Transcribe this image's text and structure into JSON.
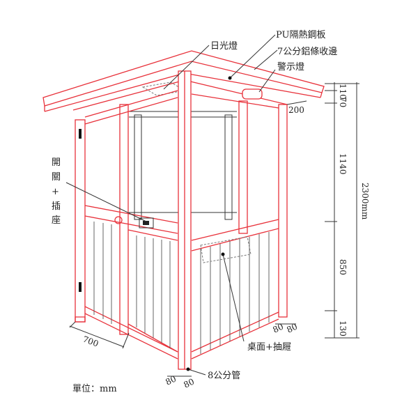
{
  "title": "Booth structural drawing",
  "labels": {
    "fluorescent_light": "日光燈",
    "pu_panel": "PU隔熱鋼板",
    "aluminum_edge": "7公分鋁條收邊",
    "warning_light": "警示燈",
    "switch_socket": [
      "開",
      "關",
      "+",
      "插",
      "座"
    ],
    "desk_drawer": "桌面+抽屜",
    "pipe": "8公分管",
    "unit": "單位：mm"
  },
  "dimensions": {
    "eave": "200",
    "top_110": "110",
    "top_70": "70",
    "window": "1140",
    "lower": "850",
    "base": "130",
    "total": "2300mm",
    "depth": "700",
    "post_a": "80",
    "post_b": "80",
    "rear_post_a": "80",
    "rear_post_b": "80"
  },
  "colors": {
    "frame": "#e8313a",
    "ink": "#333333"
  }
}
